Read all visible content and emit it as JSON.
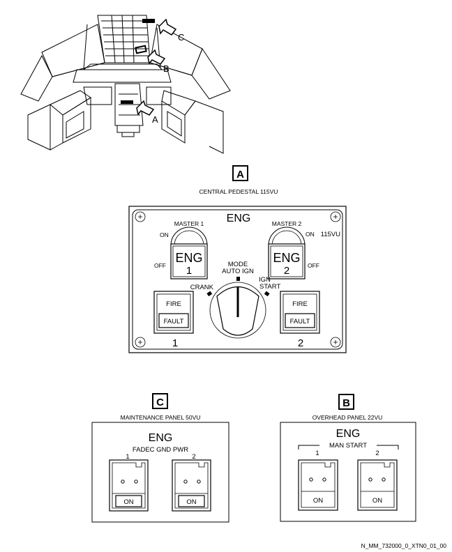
{
  "cockpit": {
    "callout_a": "A",
    "callout_b": "B",
    "callout_c": "C"
  },
  "panel_a": {
    "letter": "A",
    "caption": "CENTRAL PEDESTAL 115VU",
    "title": "ENG",
    "panel_id": "115VU",
    "master1": {
      "label": "MASTER 1",
      "on": "ON",
      "off": "OFF",
      "btn_top": "ENG",
      "btn_num": "1"
    },
    "master2": {
      "label": "MASTER 2",
      "on": "ON",
      "off": "OFF",
      "btn_top": "ENG",
      "btn_num": "2"
    },
    "mode": {
      "label_top": "MODE",
      "label_auto": "AUTO IGN",
      "crank": "CRANK",
      "ign": "IGN",
      "start": "START"
    },
    "fire1": {
      "fire": "FIRE",
      "fault": "FAULT",
      "num": "1"
    },
    "fire2": {
      "fire": "FIRE",
      "fault": "FAULT",
      "num": "2"
    }
  },
  "panel_c": {
    "letter": "C",
    "caption": "MAINTENANCE PANEL 50VU",
    "title": "ENG",
    "subtitle": "FADEC GND PWR",
    "sw1": {
      "num": "1",
      "label": "ON"
    },
    "sw2": {
      "num": "2",
      "label": "ON"
    }
  },
  "panel_b": {
    "letter": "B",
    "caption": "OVERHEAD PANEL 22VU",
    "title": "ENG",
    "subtitle": "MAN START",
    "sw1": {
      "num": "1",
      "label": "ON"
    },
    "sw2": {
      "num": "2",
      "label": "ON"
    }
  },
  "footer": {
    "ref": "N_MM_732000_0_XTN0_01_00"
  }
}
